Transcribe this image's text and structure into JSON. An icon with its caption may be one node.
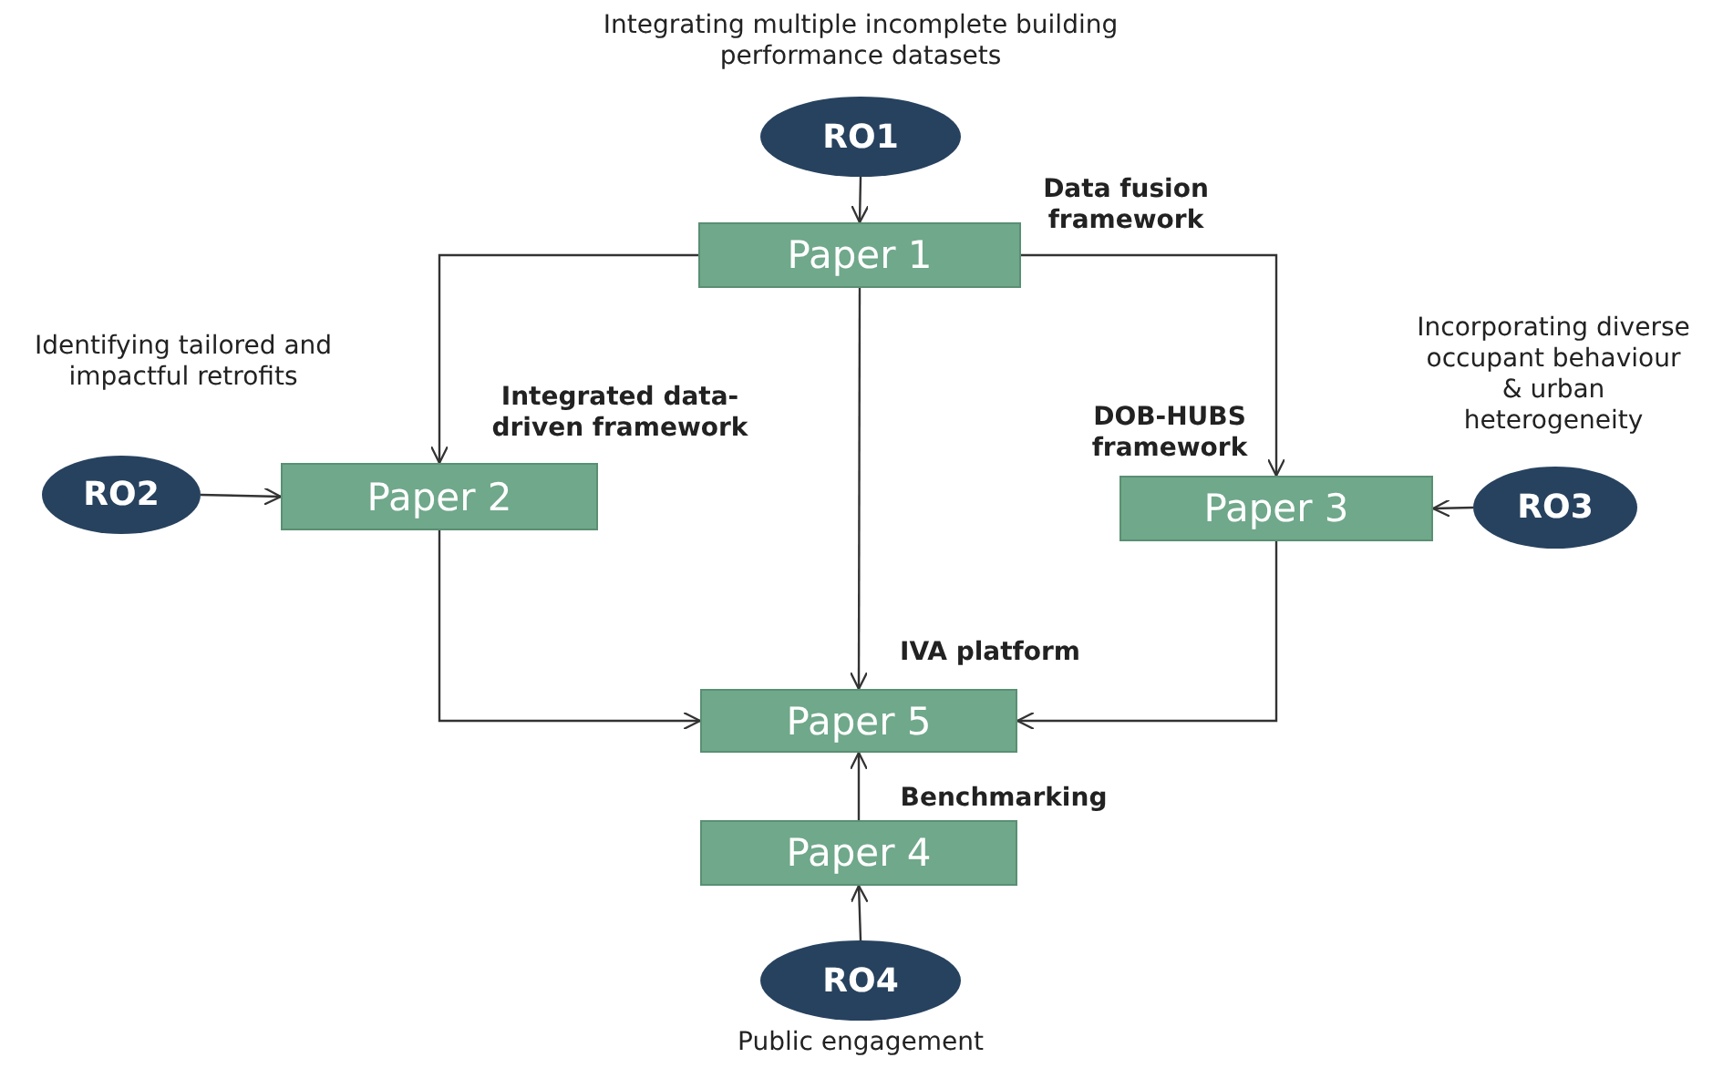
{
  "diagram": {
    "nodes": [
      {
        "text": [
          "RO1"
        ],
        "beside": [
          "Integrating multiple incomplete building performance datasets"
        ]
      },
      {
        "text": [
          "Paper 1"
        ],
        "beside": [
          "Data fusion framework"
        ]
      },
      {
        "text": [
          "RO2"
        ],
        "beside": [
          "Identifying tailored and impactful retrofits"
        ]
      },
      {
        "text": [
          "Paper 2"
        ],
        "beside": [
          "Integrated data-driven framework"
        ]
      },
      {
        "text": [
          "Paper 3"
        ],
        "beside": [
          "DOB-HUBS framework"
        ]
      },
      {
        "text": [
          "RO3"
        ],
        "beside": [
          "Incorporating diverse occupant behaviour & urban heterogeneity"
        ]
      },
      {
        "text": [
          "Paper 5"
        ],
        "beside": [
          "IVA platform"
        ]
      },
      {
        "text": [
          "Paper 4"
        ],
        "beside": [
          "Benchmarking"
        ]
      },
      {
        "text": [
          "RO4"
        ],
        "beside": [
          "Public engagement"
        ]
      }
    ],
    "edges": [
      {
        "from": 0,
        "to": 1,
        "arrow": "to"
      },
      {
        "from": 1,
        "to": 3,
        "arrow": "to"
      },
      {
        "from": 1,
        "to": 6,
        "arrow": "to"
      },
      {
        "from": 1,
        "to": 4,
        "arrow": "to"
      },
      {
        "from": 2,
        "to": 3,
        "arrow": "to"
      },
      {
        "from": 5,
        "to": 4,
        "arrow": "to"
      },
      {
        "from": 3,
        "to": 6,
        "arrow": "to"
      },
      {
        "from": 4,
        "to": 6,
        "arrow": "to"
      },
      {
        "from": 7,
        "to": 6,
        "arrow": "to"
      },
      {
        "from": 8,
        "to": 7,
        "arrow": "to"
      }
    ]
  }
}
